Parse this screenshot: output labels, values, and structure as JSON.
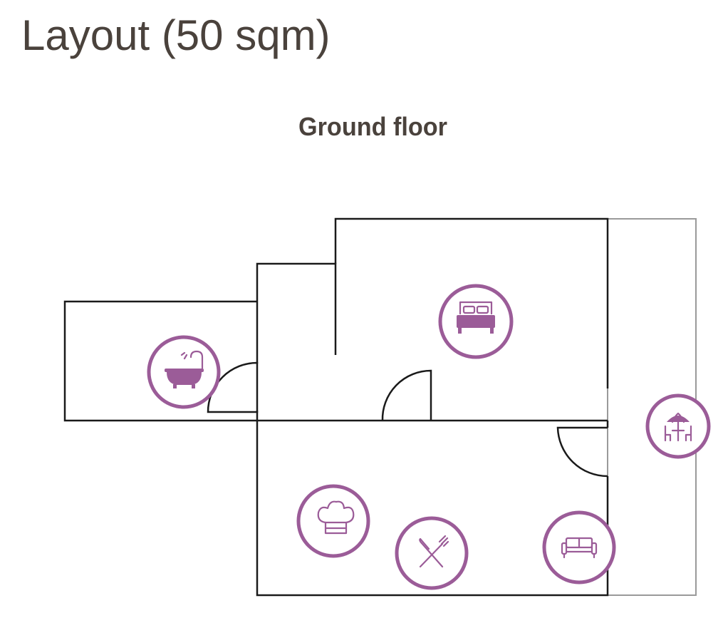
{
  "page": {
    "title": "Layout (50 sqm)"
  },
  "floor": {
    "title": "Ground floor"
  },
  "colors": {
    "text": "#4a423c",
    "walls": "#1a1a1a",
    "terrace_outline": "#9a9a9a",
    "icon_accent": "#9b5c98"
  },
  "rooms": [
    {
      "name": "bathroom",
      "icon": "bathtub-icon"
    },
    {
      "name": "bedroom",
      "icon": "bed-icon"
    },
    {
      "name": "kitchen",
      "icon": "chef-hat-icon"
    },
    {
      "name": "dining",
      "icon": "fork-knife-icon"
    },
    {
      "name": "living room",
      "icon": "sofa-icon"
    },
    {
      "name": "terrace",
      "icon": "patio-umbrella-table-icon"
    }
  ]
}
